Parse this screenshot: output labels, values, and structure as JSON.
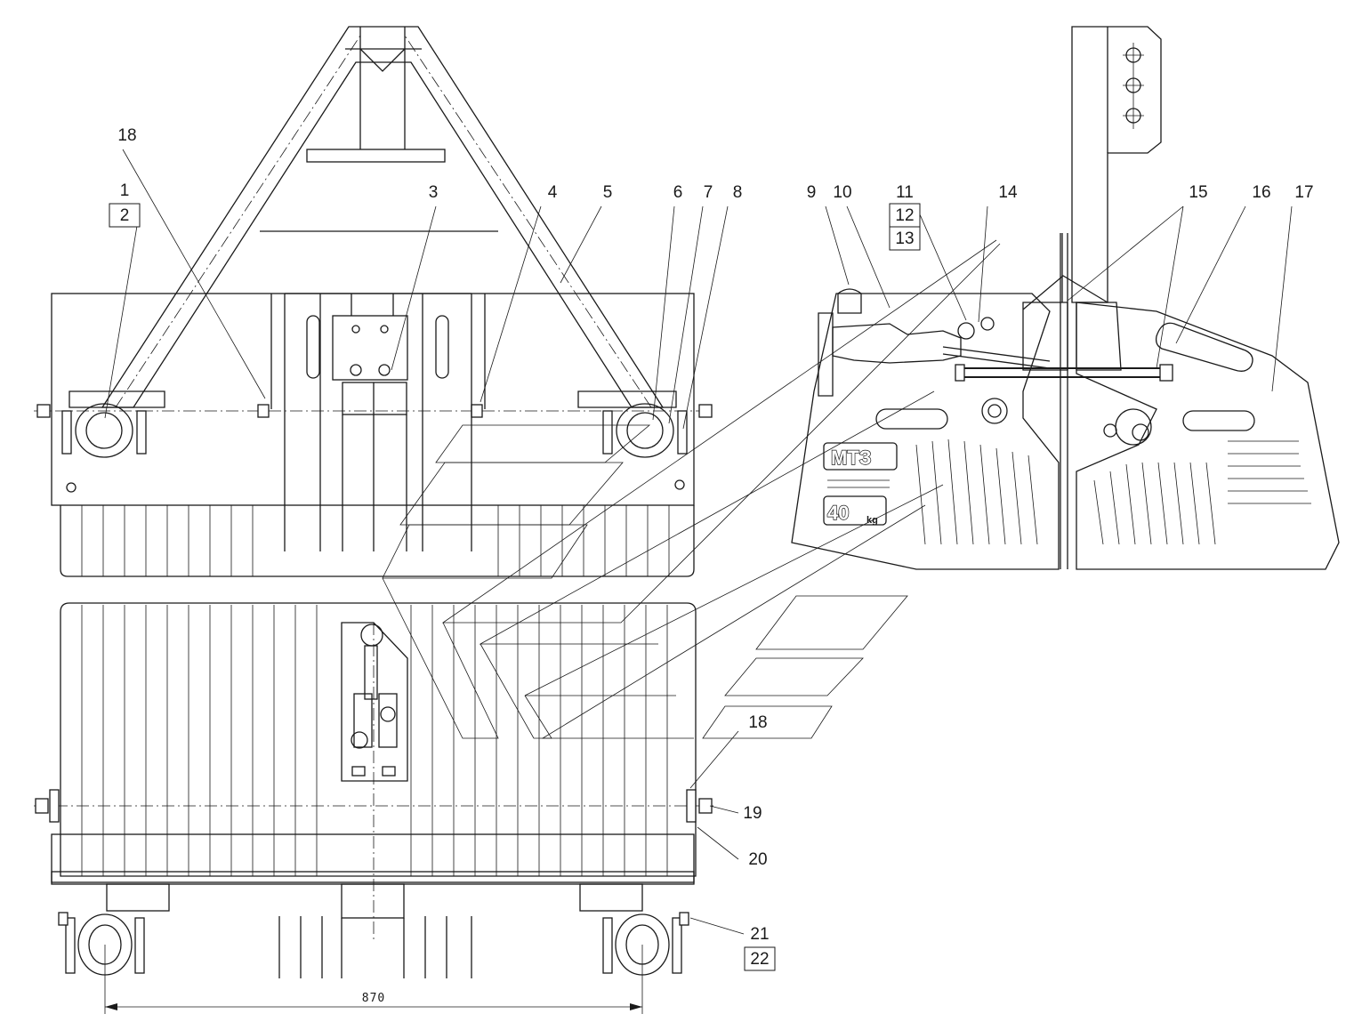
{
  "callouts": [
    {
      "id": "c18a",
      "label": "18"
    },
    {
      "id": "c1",
      "label": "1"
    },
    {
      "id": "c2",
      "label": "2",
      "boxed": true
    },
    {
      "id": "c3",
      "label": "3"
    },
    {
      "id": "c4",
      "label": "4"
    },
    {
      "id": "c5",
      "label": "5"
    },
    {
      "id": "c6",
      "label": "6"
    },
    {
      "id": "c7",
      "label": "7"
    },
    {
      "id": "c8",
      "label": "8"
    },
    {
      "id": "c9",
      "label": "9"
    },
    {
      "id": "c10",
      "label": "10"
    },
    {
      "id": "c11",
      "label": "11"
    },
    {
      "id": "c12",
      "label": "12",
      "boxed": true
    },
    {
      "id": "c13",
      "label": "13",
      "boxed": true
    },
    {
      "id": "c14",
      "label": "14"
    },
    {
      "id": "c15",
      "label": "15"
    },
    {
      "id": "c16",
      "label": "16"
    },
    {
      "id": "c17",
      "label": "17"
    },
    {
      "id": "c18b",
      "label": "18"
    },
    {
      "id": "c19",
      "label": "19"
    },
    {
      "id": "c20",
      "label": "20"
    },
    {
      "id": "c21",
      "label": "21"
    },
    {
      "id": "c22",
      "label": "22",
      "boxed": true
    }
  ],
  "dimension": {
    "label": "870"
  },
  "weight_stamp": {
    "brand": "МТЗ",
    "mass": "40",
    "unit": "kg"
  }
}
